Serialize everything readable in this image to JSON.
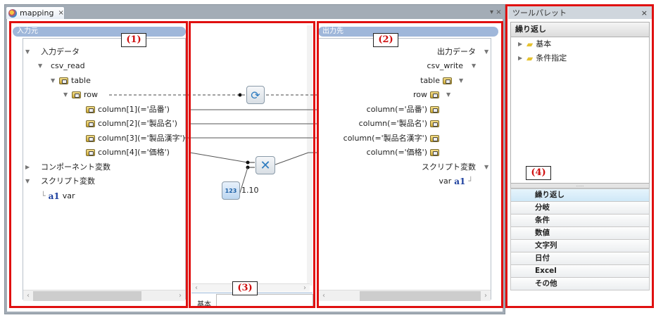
{
  "editor": {
    "tab_label": "mapping",
    "tab_close": "×",
    "controls": "▾ ×"
  },
  "input_panel": {
    "header": "入力元",
    "marker": "(1)",
    "tree": [
      {
        "label": "入力データ",
        "expanded": true
      },
      {
        "label": "csv_read",
        "expanded": true
      },
      {
        "label": "table",
        "expanded": true
      },
      {
        "label": "row",
        "expanded": true
      },
      {
        "label": "column[1](='品番')"
      },
      {
        "label": "column[2](='製品名')"
      },
      {
        "label": "column[3](='製品漢字')"
      },
      {
        "label": "column[4](='価格')"
      },
      {
        "label": "コンポーネント変数",
        "expanded": false
      },
      {
        "label": "スクリプト変数",
        "expanded": true
      },
      {
        "label": "var"
      }
    ],
    "scroll_left": "‹",
    "scroll_right": "›"
  },
  "mapping_panel": {
    "marker": "(3)",
    "constant_value": "1.10",
    "bottom_tab": "基本"
  },
  "output_panel": {
    "header": "出力先",
    "marker": "(2)",
    "tree": [
      {
        "label": "出力データ",
        "expanded": true
      },
      {
        "label": "csv_write",
        "expanded": true
      },
      {
        "label": "table",
        "expanded": true
      },
      {
        "label": "row",
        "expanded": true
      },
      {
        "label": "column(='品番')"
      },
      {
        "label": "column(='製品名')"
      },
      {
        "label": "column(='製品名漢字')"
      },
      {
        "label": "column(='価格')"
      },
      {
        "label": "スクリプト変数",
        "expanded": true
      },
      {
        "label": "var"
      }
    ],
    "scroll_left": "‹",
    "scroll_right": "›"
  },
  "palette": {
    "title": "ツールパレット",
    "close": "×",
    "marker": "(4)",
    "section_header": "繰り返し",
    "folders": [
      "基本",
      "条件指定"
    ],
    "categories": [
      {
        "label": "繰り返し",
        "selected": true
      },
      {
        "label": "分岐"
      },
      {
        "label": "条件"
      },
      {
        "label": "数値"
      },
      {
        "label": "文字列"
      },
      {
        "label": "日付"
      },
      {
        "label": "Excel"
      },
      {
        "label": "その他"
      }
    ]
  }
}
